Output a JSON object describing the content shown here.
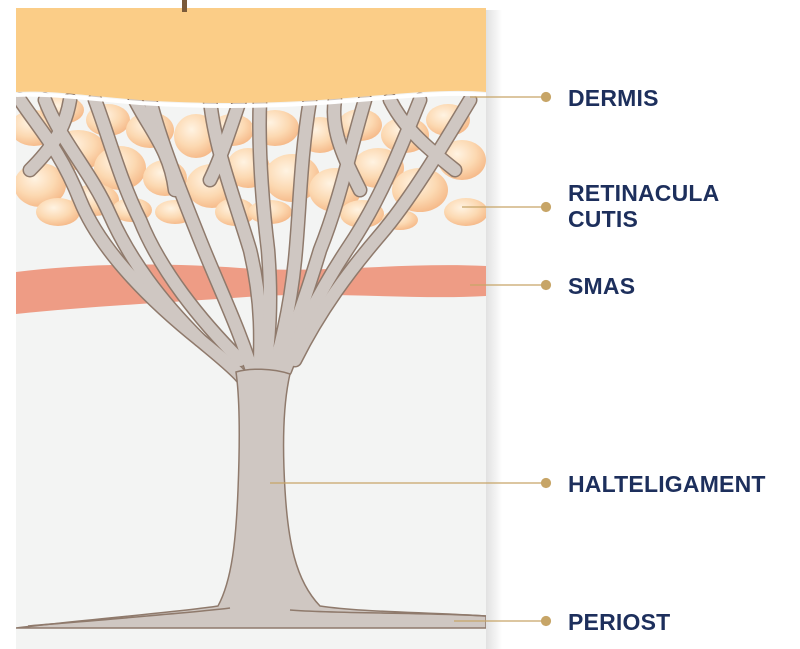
{
  "labels": {
    "dermis": "DERMIS",
    "retinacula_line1": "RETINACULA",
    "retinacula_line2": "CUTIS",
    "smas": "SMAS",
    "halteligament": "HALTELIGAMENT",
    "periost": "PERIOST"
  },
  "colors": {
    "dermis": "#fbcd87",
    "fat_lobule": "#fbd8b0",
    "ligament": "#cfc7c2",
    "ligament_outline": "#8f7a6c",
    "smas": "#ee9c85",
    "background_tissue": "#f3f4f3",
    "leader_line": "#c7a567",
    "label_text": "#1d2f5c"
  }
}
